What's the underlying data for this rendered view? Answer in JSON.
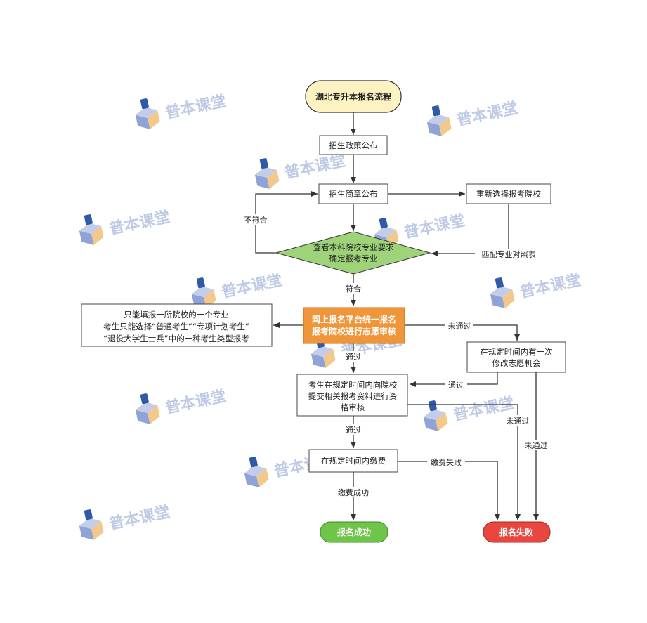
{
  "watermark": {
    "text": "普本课堂"
  },
  "nodes": {
    "title": "湖北专升本报名流程",
    "policy": "招生政策公布",
    "brochure": "招生简章公布",
    "reselect": "重新选择报考院校",
    "check": [
      "查看本科院校专业要求",
      "确定报考专业"
    ],
    "register": [
      "网上报名平台统一报名",
      "报考院校进行志愿审核"
    ],
    "note": [
      "只能填报一所院校的一个专业",
      "考生只能选择“普通考生”“专项计划考生”",
      "“退役大学生士兵”中的一种考生类型报考"
    ],
    "modify": [
      "在规定时间内有一次",
      "修改志愿机会"
    ],
    "submit": [
      "考生在规定时间内向院校",
      "提交相关报考资料进行资",
      "格审核"
    ],
    "pay": "在规定时间内缴费",
    "success": "报名成功",
    "fail": "报名失败"
  },
  "edges": {
    "not_match": "不符合",
    "match_table": "匹配专业对照表",
    "match": "符合",
    "not_passed_1": "未通过",
    "passed_1": "通过",
    "passed_2": "通过",
    "not_passed_2": "未通过",
    "not_passed_3": "未通过",
    "passed_3": "通过",
    "pay_fail": "缴费失败",
    "pay_success": "缴费成功"
  },
  "colors": {
    "title_fill": "#fdf3c2",
    "diamond_fill": "#9fd37a",
    "register_fill": "#f0963a",
    "success_fill": "#6fc44a",
    "fail_fill": "#e8473f",
    "watermark": "#a9b8dc"
  }
}
